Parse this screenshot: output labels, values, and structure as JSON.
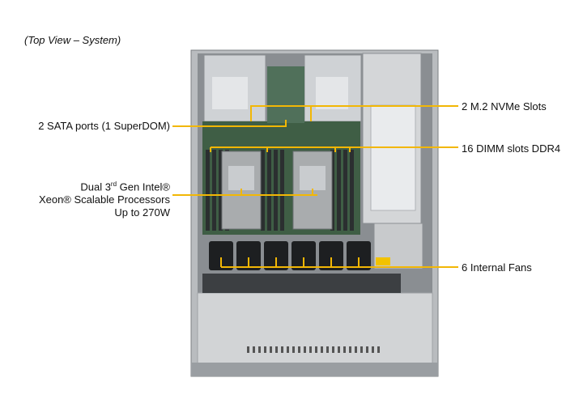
{
  "header": {
    "view_title": "(Top View – System)"
  },
  "callouts": {
    "sata": "2 SATA ports (1 SuperDOM)",
    "cpu_line1_pre": "Dual 3",
    "cpu_line1_sup": "rd",
    "cpu_line1_post": " Gen Intel®",
    "cpu_line2": "Xeon® Scalable Processors",
    "cpu_line3": "Up to 270W",
    "nvme": "2 M.2 NVMe Slots",
    "dimm": "16 DIMM slots DDR4",
    "fans": "6 Internal  Fans"
  },
  "colors": {
    "leader": "#f2b705",
    "chassis": "#c8cacc",
    "board": "#3f5e45",
    "heatsink": "#a9acae",
    "dimm": "#2b2f30",
    "fan": "#1d1f21",
    "psu": "#d4d6d8"
  }
}
